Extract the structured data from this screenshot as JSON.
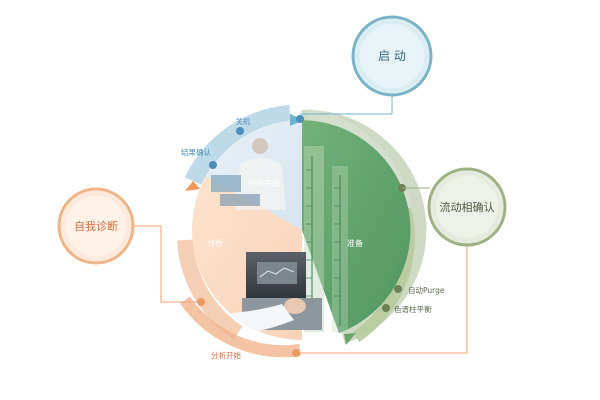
{
  "nodes": {
    "start": "启 动",
    "mobile_phase_check": "流动相确认",
    "self_diagnosis": "自我诊断"
  },
  "arc_steps": {
    "power_off": "关机",
    "result_check": "结果确认",
    "auto_purge": "自动Purge",
    "column_equilibration": "色谱柱平衡",
    "analysis_start": "分析开始"
  },
  "segments": {
    "analysis_complete": "分析完成",
    "analysis": "分析",
    "preparation": "准备"
  },
  "colors": {
    "blue": "#4a8fb8",
    "green": "#5f9b5a",
    "orange": "#ea9a5e",
    "green_dot": "#6e7f56",
    "start_fill": "#d9edf3",
    "start_stroke": "#7cb2c8",
    "mobile_fill": "#e6ebdf",
    "mobile_stroke": "#9fb183",
    "self_fill": "#fdeadd",
    "self_stroke": "#efb487"
  },
  "icons": {
    "center_photo": "hplc-lab-photo"
  }
}
